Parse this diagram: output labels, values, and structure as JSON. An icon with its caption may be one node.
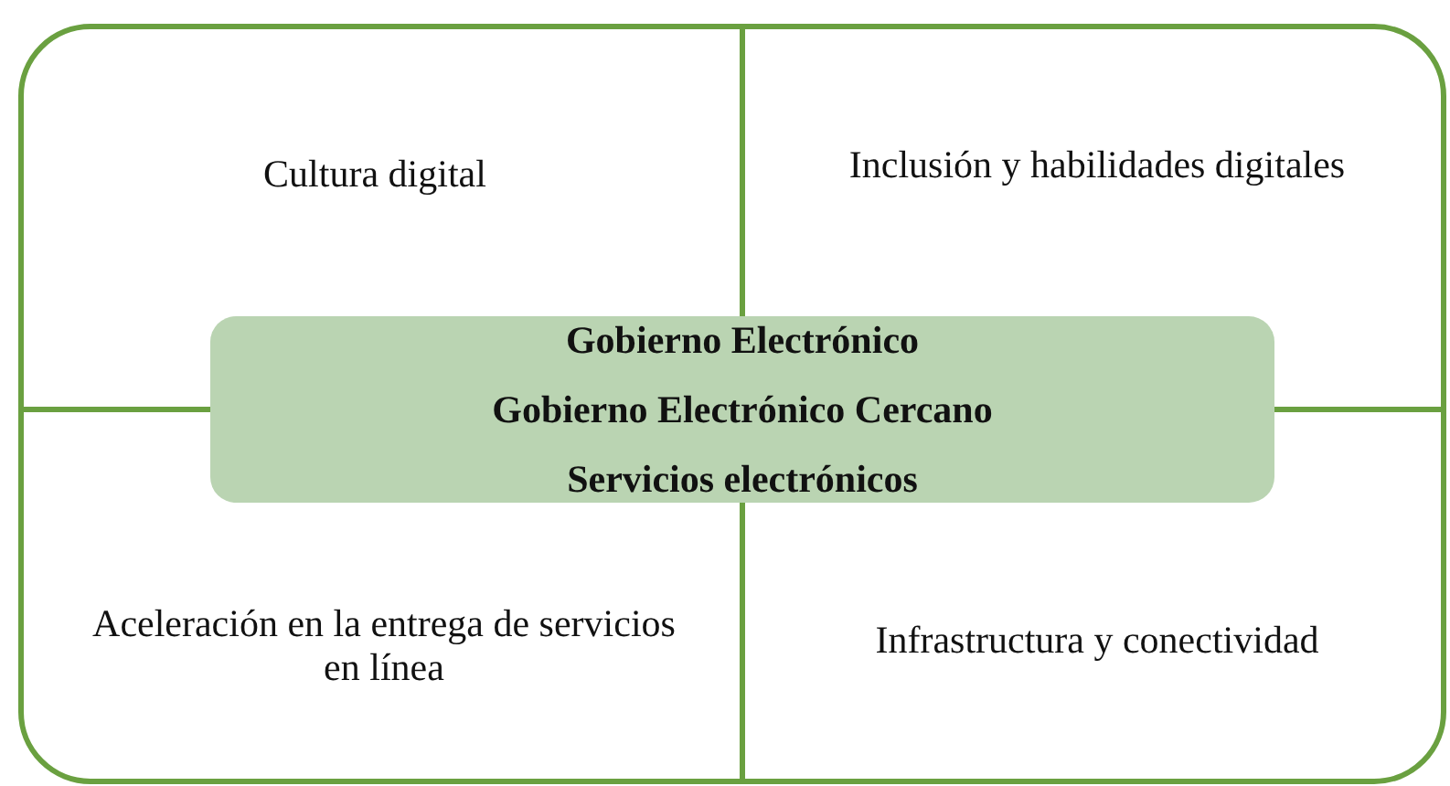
{
  "diagram": {
    "nodes": [
      {
        "text": [],
        "shape": "box"
      },
      {
        "text": [
          "Cultura digital"
        ],
        "in": 0
      },
      {
        "text": [
          "Inclusión y habilidades digitales"
        ],
        "in": 0
      },
      {
        "text": [
          "Gobierno Electrónico",
          "Gobierno Electrónico Cercano",
          "Servicios electrónicos"
        ],
        "in": 0
      },
      {
        "text": [
          "Aceleración en la entrega de servicios en línea"
        ],
        "in": 0
      },
      {
        "text": [
          "Infrastructura y conectividad"
        ],
        "in": 0
      }
    ]
  }
}
